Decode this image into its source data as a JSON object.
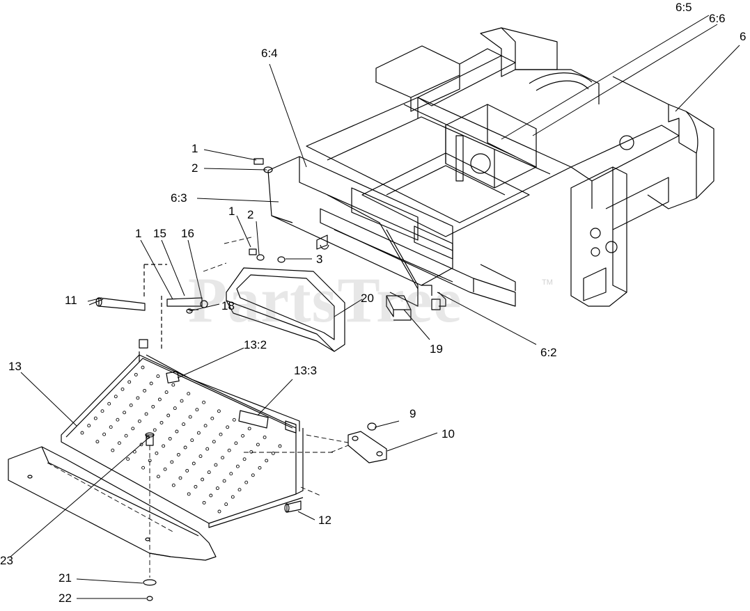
{
  "watermark": {
    "text": "PartsTree",
    "trademark": "TM"
  },
  "callouts": {
    "c6_5": "6:5",
    "c6_6": "6:6",
    "c6": "6",
    "c6_4": "6:4",
    "c1_top": "1",
    "c2_top": "2",
    "c6_3": "6:3",
    "c1_mid": "1",
    "c2_mid": "2",
    "c3": "3",
    "c1_left": "1",
    "c15": "15",
    "c16": "16",
    "c11": "11",
    "c18": "18",
    "c20": "20",
    "c19": "19",
    "c6_2": "6:2",
    "c13_2": "13:2",
    "c13": "13",
    "c13_3": "13:3",
    "c9": "9",
    "c10": "10",
    "c12": "12",
    "c23": "23",
    "c21": "21",
    "c22": "22"
  },
  "colors": {
    "line": "#000000",
    "background": "#ffffff",
    "watermark": "#787878"
  }
}
